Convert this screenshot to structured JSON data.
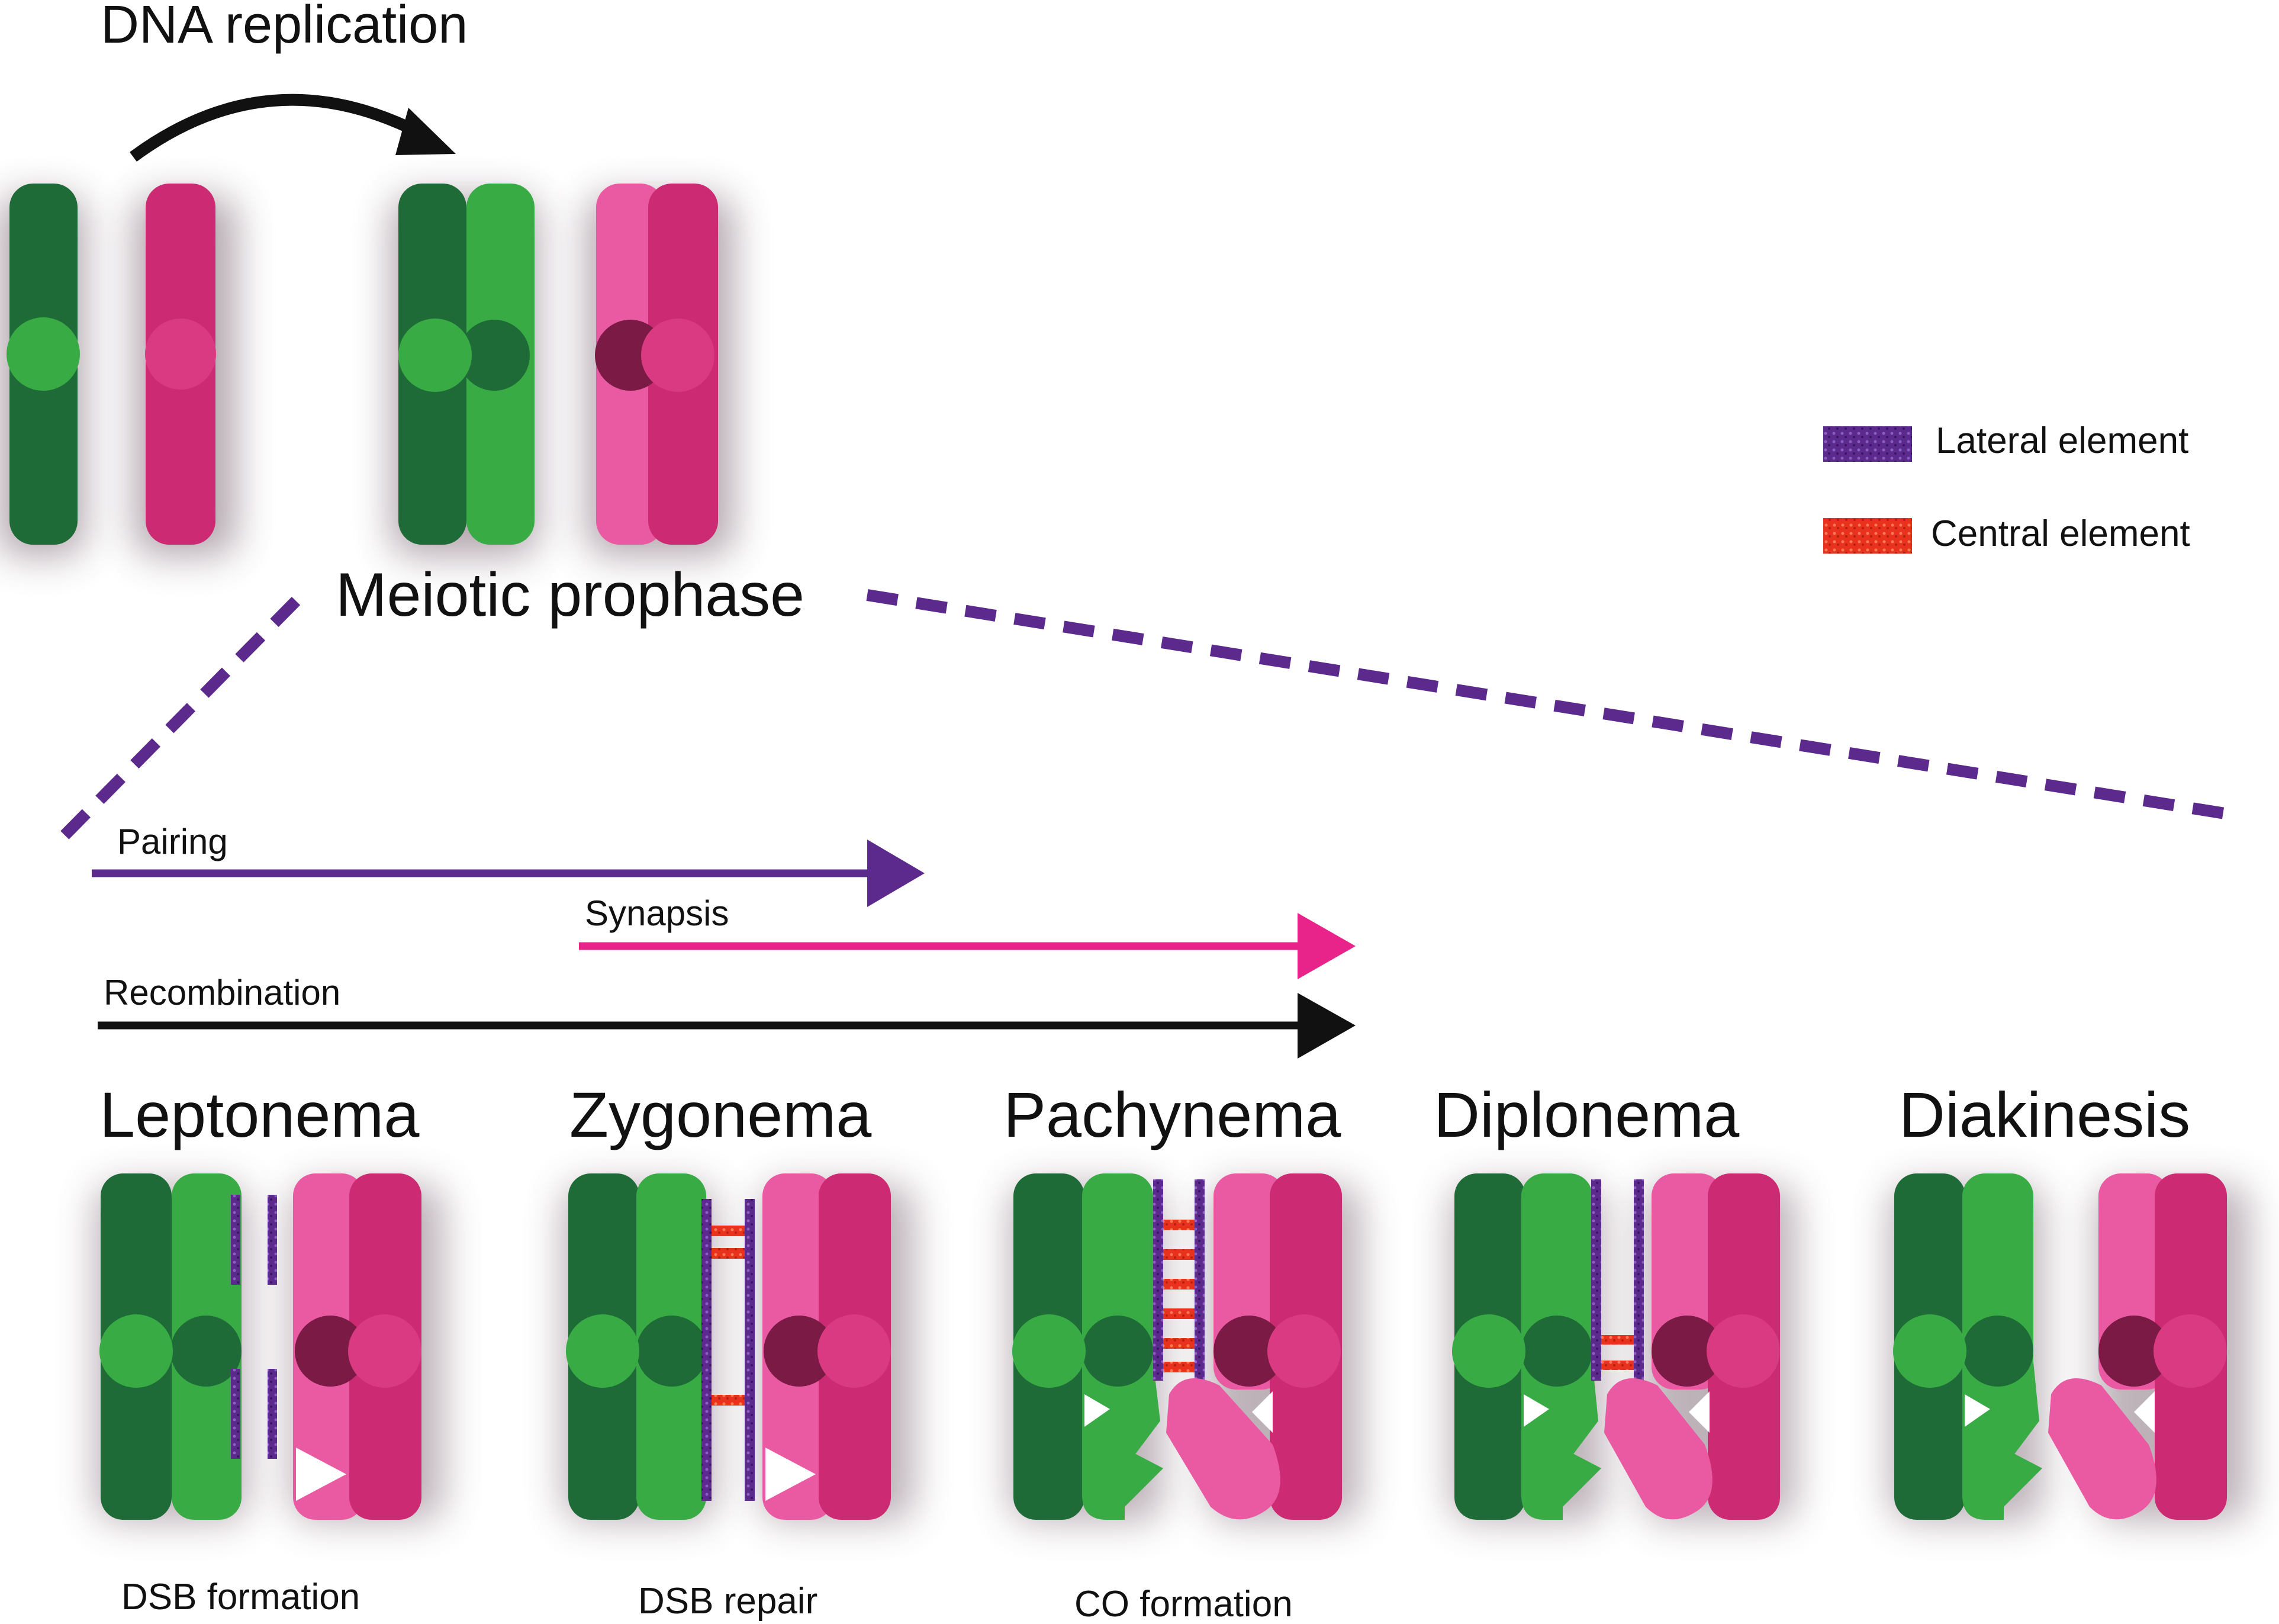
{
  "title": "DNA replication",
  "meiotic_label": "Meiotic prophase",
  "legend": {
    "lateral": "Lateral element",
    "central": "Central element"
  },
  "processes": {
    "pairing": "Pairing",
    "synapsis": "Synapsis",
    "recombination": "Recombination"
  },
  "stages": [
    {
      "name": "Leptonema",
      "event": "DSB formation"
    },
    {
      "name": "Zygonema",
      "event": "DSB repair"
    },
    {
      "name": "Pachynema",
      "event": "CO formation"
    },
    {
      "name": "Diplonema",
      "event": ""
    },
    {
      "name": "Diakinesis",
      "event": ""
    }
  ],
  "colors": {
    "dark_green": "#1f6b38",
    "light_green": "#38ab45",
    "dark_pink": "#cc2a72",
    "light_pink": "#ea5aa2",
    "purple": "#5b2a8c",
    "pink_arrow": "#e8238a",
    "red": "#e8321e",
    "black": "#111111"
  }
}
